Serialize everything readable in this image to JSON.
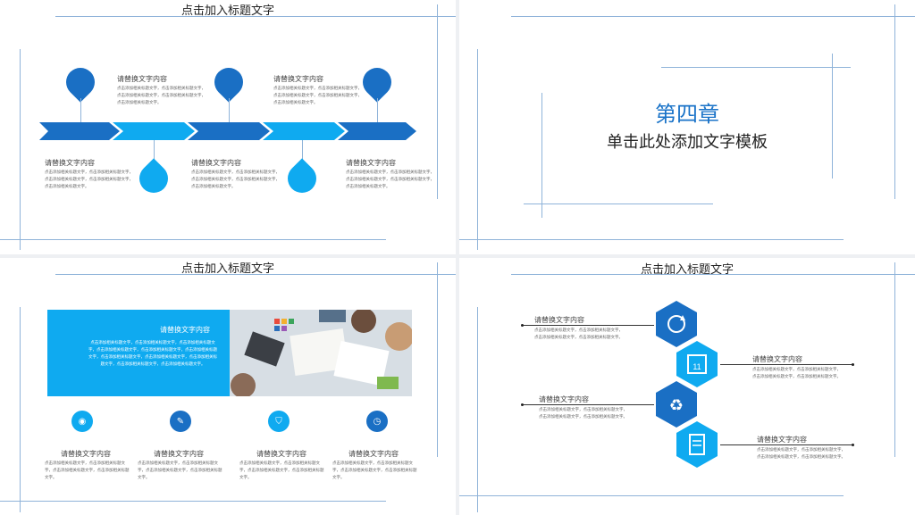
{
  "slides": {
    "s1": {
      "title": "点击加入标题文字",
      "items": [
        {
          "label": "请替换文字内容",
          "body": "点击添加相关标题文字，点击添加相关标题文字，点击添加相关标题文字，点击添加相关标题文字，点击添加相关标题文字。"
        },
        {
          "label": "请替换文字内容",
          "body": "点击添加相关标题文字，点击添加相关标题文字，点击添加相关标题文字，点击添加相关标题文字，点击添加相关标题文字。"
        },
        {
          "label": "请替换文字内容",
          "body": "点击添加相关标题文字，点击添加相关标题文字，点击添加相关标题文字，点击添加相关标题文字，点击添加相关标题文字。"
        },
        {
          "label": "请替换文字内容",
          "body": "点击添加相关标题文字，点击添加相关标题文字，点击添加相关标题文字，点击添加相关标题文字，点击添加相关标题文字。"
        },
        {
          "label": "请替换文字内容",
          "body": "点击添加相关标题文字，点击添加相关标题文字，点击添加相关标题文字，点击添加相关标题文字，点击添加相关标题文字。"
        }
      ]
    },
    "s2": {
      "chapter": "第四章",
      "subtitle": "单击此处添加文字模板"
    },
    "s3": {
      "title": "点击加入标题文字",
      "banner_label": "请替换文字内容",
      "banner_body": "点击添加相关标题文字，点击添加相关标题文字，点击添加相关标题文字，点击添加相关标题文字，点击添加相关标题文字，点击添加相关标题文字，点击添加相关标题文字，点击添加相关标题文字，点击添加相关标题文字，点击添加相关标题文字，点击添加相关标题文字。",
      "items": [
        {
          "label": "请替换文字内容",
          "body": "点击添加相关标题文字，点击添加相关标题文字，点击添加相关标题文字，点击添加相关标题文字。"
        },
        {
          "label": "请替换文字内容",
          "body": "点击添加相关标题文字，点击添加相关标题文字，点击添加相关标题文字，点击添加相关标题文字。"
        },
        {
          "label": "请替换文字内容",
          "body": "点击添加相关标题文字，点击添加相关标题文字，点击添加相关标题文字，点击添加相关标题文字。"
        },
        {
          "label": "请替换文字内容",
          "body": "点击添加相关标题文字，点击添加相关标题文字，点击添加相关标题文字，点击添加相关标题文字。"
        }
      ]
    },
    "s4": {
      "title": "点击加入标题文字",
      "items": [
        {
          "label": "请替换文字内容",
          "body": "点击添加相关标题文字，点击添加相关标题文字，点击添加相关标题文字，点击添加相关标题文字。"
        },
        {
          "label": "请替换文字内容",
          "body": "点击添加相关标题文字，点击添加相关标题文字，点击添加相关标题文字，点击添加相关标题文字。"
        },
        {
          "label": "请替换文字内容",
          "body": "点击添加相关标题文字，点击添加相关标题文字，点击添加相关标题文字，点击添加相关标题文字。"
        },
        {
          "label": "请替换文字内容",
          "body": "点击添加相关标题文字，点击添加相关标题文字，点击添加相关标题文字，点击添加相关标题文字。"
        }
      ],
      "calendar_day": "11"
    }
  },
  "colors": {
    "dark_blue": "#1a6fc4",
    "light_blue": "#0faaf0",
    "line": "#8fb3d9",
    "chapter_blue": "#1a73c8"
  },
  "icons": [
    "refresh-icon",
    "calendar-icon",
    "recycle-icon",
    "document-icon",
    "target-icon",
    "edit-icon",
    "shield-icon",
    "clock-icon"
  ]
}
